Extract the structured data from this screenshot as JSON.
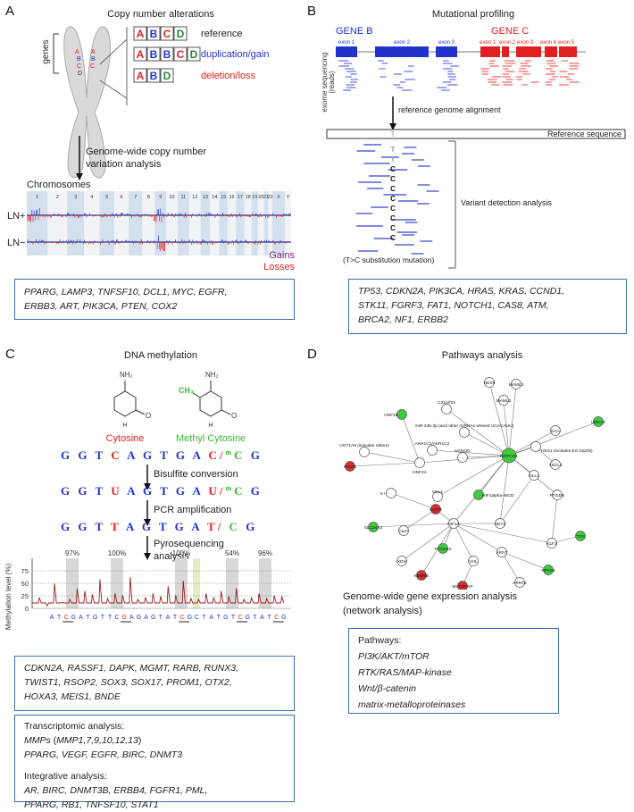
{
  "panel_a": {
    "letter": "A",
    "title": "Copy number alterations",
    "genes_label": "genes",
    "rows": [
      {
        "letters": [
          "A",
          "B",
          "C",
          "D"
        ],
        "label": "reference"
      },
      {
        "letters": [
          "A",
          "B",
          "B",
          "C",
          "D"
        ],
        "label": "duplication/gain"
      },
      {
        "letters": [
          "A",
          "B",
          "D"
        ],
        "label": "deletion/loss"
      }
    ],
    "arrow_text": [
      "Genome-wide copy number",
      "variation analysis"
    ],
    "chromosomes_label": "Chromosomes",
    "chrom_numbers": [
      "1",
      "2",
      "3",
      "4",
      "5",
      "6",
      "7",
      "8",
      "9",
      "10",
      "11",
      "12",
      "13",
      "14",
      "15",
      "16",
      "17",
      "18",
      "19",
      "20",
      "21",
      "22",
      "X",
      "Y"
    ],
    "track_labels": [
      "LN+",
      "LN−"
    ],
    "legend_gains": "Gains",
    "legend_losses": "Losses",
    "genes_box": [
      "PPARG, LAMP3, TNFSF10, DCL1, MYC, EGFR,",
      "ERBB3, ART, PIK3CA, PTEN, COX2"
    ]
  },
  "panel_b": {
    "letter": "B",
    "title": "Mutational profiling",
    "gene_b": "GENE B",
    "gene_c": "GENE C",
    "exons_b": [
      "exon 1",
      "exon 2",
      "exon 3"
    ],
    "exons_c": [
      "exon 1",
      "exon 2",
      "exon 3",
      "exon 4",
      "exon 5"
    ],
    "y_label": [
      "exome sequencing",
      "(reads)"
    ],
    "alignment_text": "reference genome alignment",
    "reference_sequence": "Reference sequence",
    "ref_base": "T",
    "read_bases": [
      "T",
      "T",
      "C",
      "C",
      "C",
      "C",
      "C",
      "C",
      "C",
      "C"
    ],
    "variant_text": "Variant detection analysis",
    "substitution_text": "(T>C substitution mutation)",
    "genes_box": [
      "TP53, CDKN2A, PIK3CA, HRAS, KRAS, CCND1,",
      "STK11, FGRF3, FAT1, NOTCH1, CAS8, ATM,",
      "BRCA2, NF1, ERBB2"
    ]
  },
  "panel_c": {
    "letter": "C",
    "title": "DNA methylation",
    "nh2": "NH₂",
    "ch3": "CH₃",
    "cytosine": "Cytosine",
    "methyl_cytosine": "Methyl Cytosine",
    "seq1": {
      "a": "G G T ",
      "b": "C",
      "c": " A G T G A ",
      "d": "C",
      "e": "/",
      "f": "m",
      "g": "C",
      "h": " G"
    },
    "bisulfite": "Bisulfite conversion",
    "seq2": {
      "a": "G G T ",
      "b": "U",
      "c": " A G T G A ",
      "d": "U",
      "e": "/",
      "f": "m",
      "g": "C",
      "h": " G"
    },
    "pcr": "PCR amplification",
    "seq3": {
      "a": "G G T ",
      "b": "T",
      "c": " A G T G A ",
      "d": "T",
      "e": "/",
      "f": " C",
      "h": " G"
    },
    "pyro": [
      "Pyrosequencing",
      "analysis"
    ],
    "pct_labels": [
      "97%",
      "100%",
      "100%",
      "54%",
      "96%"
    ],
    "y_axis_label": "Methylation level (%)",
    "y_ticks": [
      "0",
      "25",
      "50",
      "75"
    ],
    "bottom_seq": "ATCGATGTTCGAGAGTATCGCTATGTCGTATCG",
    "genes_box": [
      "CDKN2A, RASSF1, DAPK, MGMT, RARB, RUNX3,",
      "TWIST1, RSOP2, SOX3, SOX17, PROM1, OTX2,",
      "HOXA3, MEIS1, BNDE"
    ],
    "transcriptomic_title": "Transcriptomic analysis:",
    "transcriptomic_l1_a": "MMPs",
    "transcriptomic_l1_b": " (",
    "transcriptomic_l1_c": "MMP1,7,9,10,12,13",
    "transcriptomic_l1_d": ")",
    "transcriptomic_l2": "PPARG, VEGF, EGFR, BIRC, DNMT3",
    "integrative_title": "Integrative analysis:",
    "integrative_l1": "AR, BIRC, DNMT3B, ERBB4, FGFR1, PML,",
    "integrative_l2": "PPARG, RB1, TNFSF10, STAT1"
  },
  "panel_d": {
    "letter": "D",
    "title": "Pathways analysis",
    "nodes": {
      "hes6": "HES6",
      "maml3": "MAML3",
      "maml2": "MAML2",
      "c21orf33": "C21orf33",
      "hnf1b": "HNF1B",
      "mir": "miR-235-3p (and other miRNAs w/seed UCACAUU)",
      "ugt1a9": "UGT1A9 (includes others)",
      "akr1c1": "AKR1C1/AKR1C2",
      "hnf4a": "HNF4A",
      "nanog": "NANOG",
      "notch1": "NOTCH1",
      "hes1": "HES1 (includes EG:15205)",
      "gaa": "GAA",
      "lmx1b": "LMX1B",
      "ascl1": "ASCL1",
      "pik3r": "PIK3R",
      "dll4": "DLL4",
      "hif1nicd": "HIF1alpha-NICD",
      "dll1": "DLL1",
      "k": "K+",
      "hif1a": "HIF1A",
      "hey2": "HEY2",
      "ptgds": "PTGDS",
      "slc24a2": "SLC24A2",
      "pcdh10": "PCDH10",
      "ca": "Ca2+",
      "arnt": "ARNT",
      "klf2": "KLF2",
      "tgs": "TGS",
      "xdh": "XDH",
      "npas4": "NPAS4",
      "vhl": "VHL",
      "kdm6b": "KDM6B",
      "arnt2": "ARNT2",
      "mycbpap": "MYCBPAP",
      "egfr": "EGFR"
    },
    "caption": [
      "Genome-wide gene expression analysis",
      "(network analysis)"
    ],
    "pathways_title": "Pathways:",
    "pathways": [
      "PI3K/AKT/mTOR",
      "RTK/RAS/MAP-kinase",
      "Wnt/β-catenin",
      "matrix-metalloproteinases"
    ]
  },
  "colors": {
    "blue": "#2233cc",
    "red": "#e02020",
    "green": "#33bb33",
    "purple": "#772288",
    "box_border": "#3b6ea8"
  }
}
